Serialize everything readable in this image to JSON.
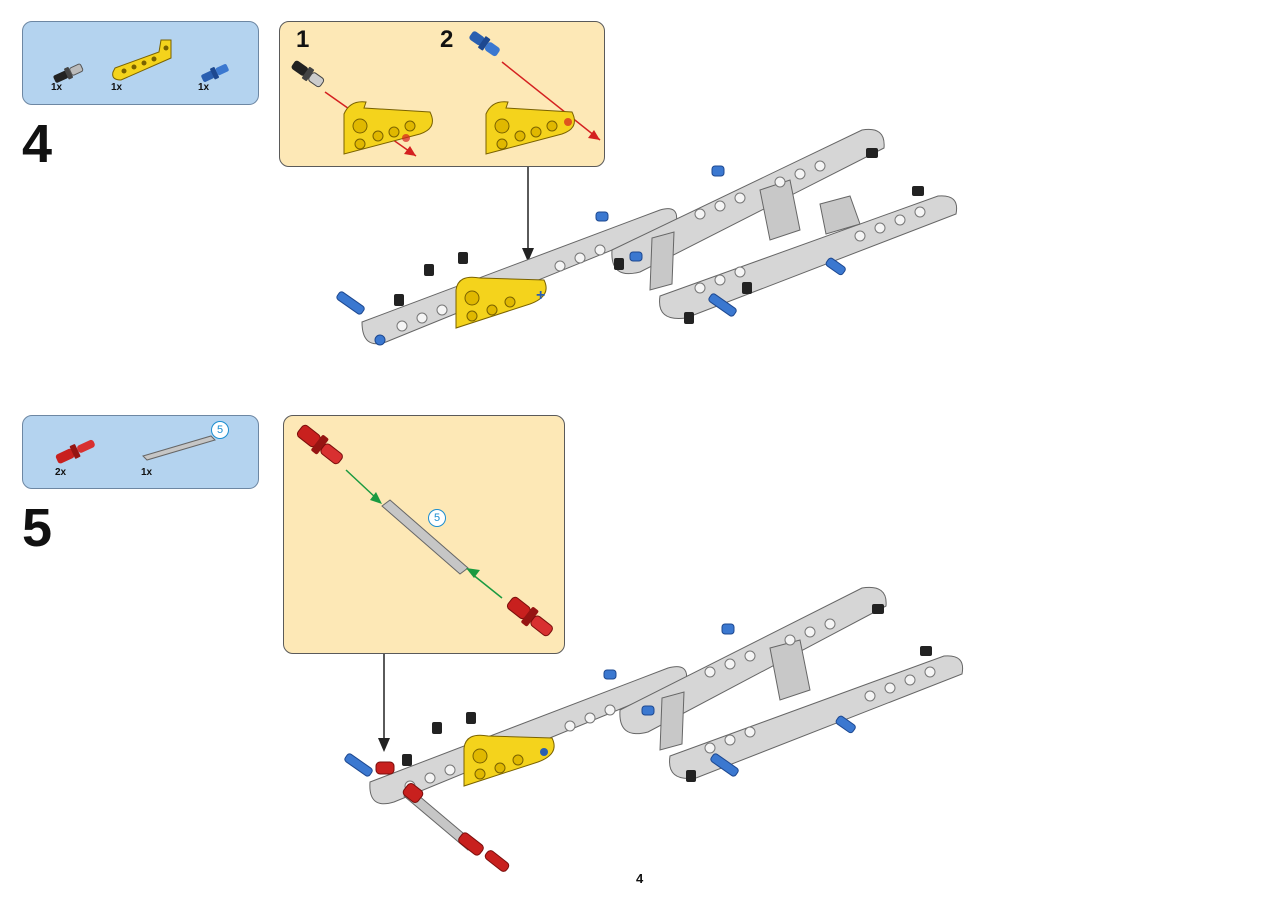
{
  "page": {
    "number": "4"
  },
  "steps": [
    {
      "number": "4",
      "parts": [
        {
          "qty": "1x",
          "icon": "black-friction-pin-icon",
          "color": "#222222"
        },
        {
          "qty": "1x",
          "icon": "yellow-angled-beam-icon",
          "color": "#f4d31c"
        },
        {
          "qty": "1x",
          "icon": "blue-axle-pin-icon",
          "color": "#2a5fb0"
        }
      ],
      "substeps": [
        "1",
        "2"
      ]
    },
    {
      "number": "5",
      "parts": [
        {
          "qty": "2x",
          "icon": "red-axle-pin-icon",
          "color": "#c8201e"
        },
        {
          "qty": "1x",
          "icon": "gray-axle-icon",
          "color": "#b8b8b8",
          "length": "5"
        }
      ],
      "callout_axle_length": "5"
    }
  ],
  "colors": {
    "parts_bg": "#b4d3ef",
    "callout_bg": "#fde8b6",
    "beam_gray": "#d4d4d4",
    "assembly_arrow_red": "#d42020",
    "assembly_arrow_green": "#1a9a40"
  }
}
